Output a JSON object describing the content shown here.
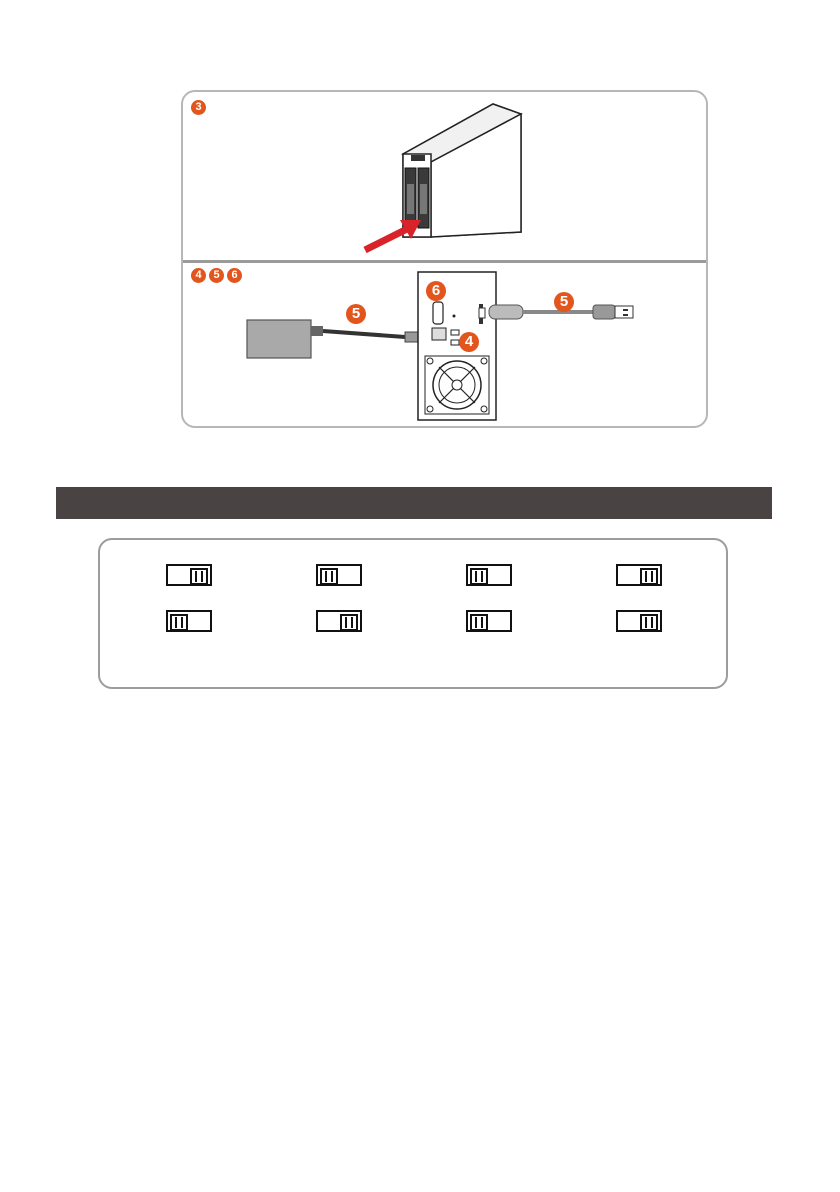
{
  "step_top": {
    "badges": [
      "3"
    ]
  },
  "step_bottom": {
    "badges": [
      "4",
      "5",
      "6"
    ],
    "callouts": {
      "power_cable": "5",
      "power_switch": "6",
      "dip_switch": "4",
      "usb_cable": "5"
    }
  },
  "colors": {
    "badge": "#e2561d",
    "arrow": "#d9232a",
    "section_bar": "#4a4343"
  },
  "switch_grid": {
    "rows": [
      [
        "right",
        "left",
        "left",
        "right"
      ],
      [
        "left",
        "right",
        "left",
        "right"
      ]
    ]
  }
}
